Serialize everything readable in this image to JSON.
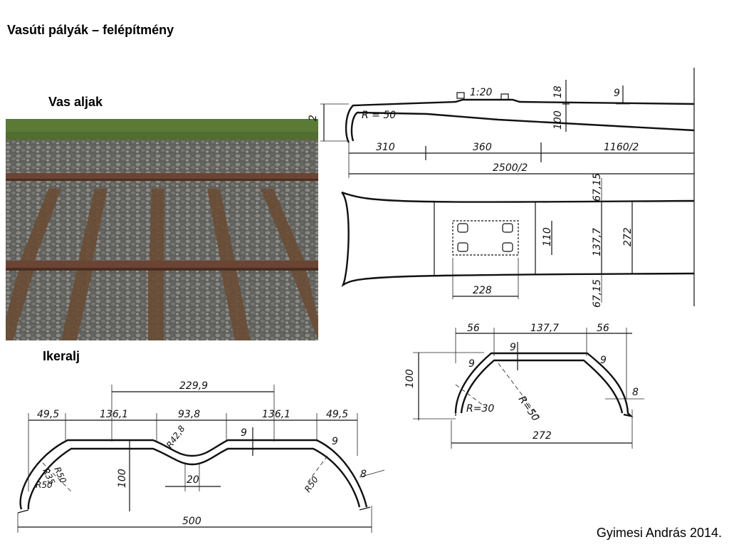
{
  "slide": {
    "title": "Vasúti pályák – felépítmény",
    "label_vas_aljak": "Vas aljak",
    "label_ikeralj": "Ikeralj",
    "credit": "Gyimesi András 2014."
  },
  "drawing_top": {
    "slope": "1:20",
    "radius": "R = 50",
    "dim_18": "18",
    "dim_9": "9",
    "dim_100": "100",
    "dim_2": "2",
    "dim_310": "310",
    "dim_360": "360",
    "dim_1160_2": "1160/2",
    "dim_2500_2": "2500/2",
    "dim_67_15_top": "67,15",
    "dim_110": "110",
    "dim_137_7": "137,7",
    "dim_272": "272",
    "dim_228": "228",
    "dim_67_15_bottom": "67,15"
  },
  "drawing_section": {
    "dim_56_left": "56",
    "dim_137_7": "137,7",
    "dim_56_right": "56",
    "dim_9_top": "9",
    "dim_9_left": "9",
    "dim_9_right": "9",
    "dim_100": "100",
    "r30": "R=30",
    "r50": "R=50",
    "dim_8": "8",
    "dim_272": "272"
  },
  "drawing_twin": {
    "dim_229_9": "229,9",
    "dim_49_5_left": "49,5",
    "dim_136_1_left": "136,1",
    "dim_93_8": "93,8",
    "dim_136_1_right": "136,1",
    "dim_49_5_right": "49,5",
    "r42_8": "R42,8",
    "dim_9_mid": "9",
    "dim_9_right": "9",
    "r50_a": "R50",
    "r35": "R35",
    "r50_b": "R50",
    "dim_100": "100",
    "dim_20": "20",
    "r50_right": "R50",
    "dim_8": "8",
    "dim_500": "500"
  }
}
